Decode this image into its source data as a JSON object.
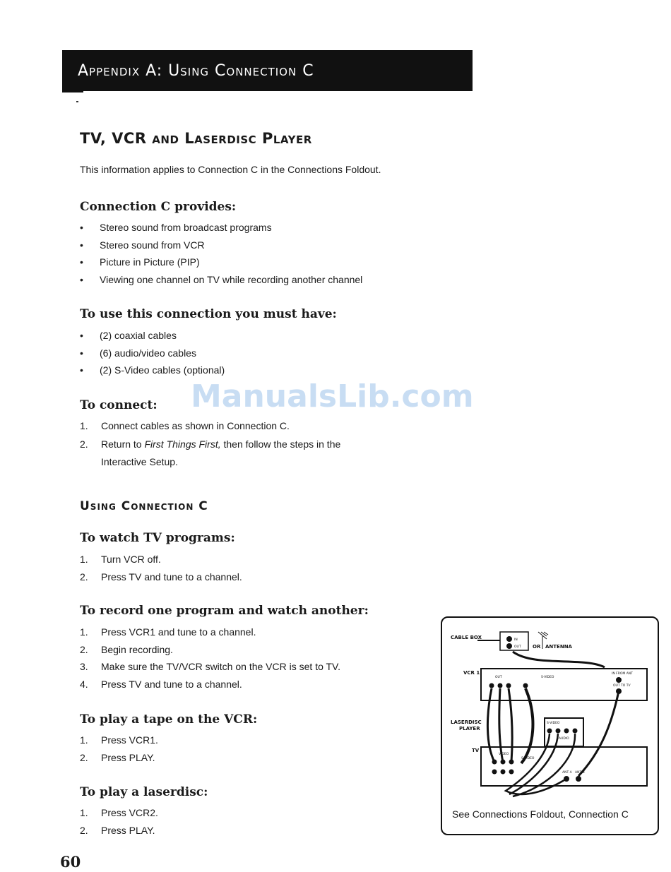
{
  "header": {
    "title": "Appendix A: Using Connection C"
  },
  "section": {
    "title": "TV, VCR and Laserdisc Player",
    "intro": "This information applies to Connection C in the Connections Foldout."
  },
  "provides": {
    "heading": "Connection C provides:",
    "items": [
      "Stereo sound from broadcast programs",
      "Stereo sound from VCR",
      "Picture in Picture (PIP)",
      "Viewing one channel on TV while recording another channel"
    ]
  },
  "must_have": {
    "heading": "To use this connection you must have:",
    "items": [
      "(2) coaxial cables",
      "(6) audio/video cables",
      "(2) S-Video cables (optional)"
    ]
  },
  "connect": {
    "heading": "To connect:",
    "step1": "Connect cables as shown in Connection C.",
    "step2_pre": "Return to ",
    "step2_em": "First Things First,",
    "step2_post": " then follow the steps in the",
    "step2_line2": "Interactive Setup."
  },
  "using": {
    "heading": "Using Connection C"
  },
  "watch_tv": {
    "heading": "To watch TV programs:",
    "items": [
      "Turn VCR off.",
      "Press TV and tune to a channel."
    ]
  },
  "record": {
    "heading": "To record one program and watch another:",
    "items": [
      "Press VCR1 and tune to a channel.",
      "Begin recording.",
      "Make sure the TV/VCR switch on the VCR is set to TV.",
      "Press TV and tune to a channel."
    ]
  },
  "play_tape": {
    "heading": "To play a tape on the VCR:",
    "items": [
      "Press VCR1.",
      "Press PLAY."
    ]
  },
  "play_laserdisc": {
    "heading": "To play a laserdisc:",
    "items": [
      "Press VCR2.",
      "Press PLAY."
    ]
  },
  "figure": {
    "caption": "See Connections Foldout, Connection C",
    "labels": {
      "cable_box": "CABLE BOX",
      "or": "OR",
      "antenna": "ANTENNA",
      "vcr1": "VCR 1",
      "laserdisc": "LASERDISC",
      "player": "PLAYER",
      "tv": "TV",
      "out": "OUT",
      "in": "IN",
      "svideo": "S-VIDEO",
      "in_from_ant": "IN FROM ANT",
      "out_to_tv": "OUT TO TV",
      "video": "VIDEO",
      "audio": "AUDIO",
      "ant_a": "ANT A",
      "ant_b": "ANT B"
    }
  },
  "watermark": "ManualsLib.com",
  "page_number": "60"
}
